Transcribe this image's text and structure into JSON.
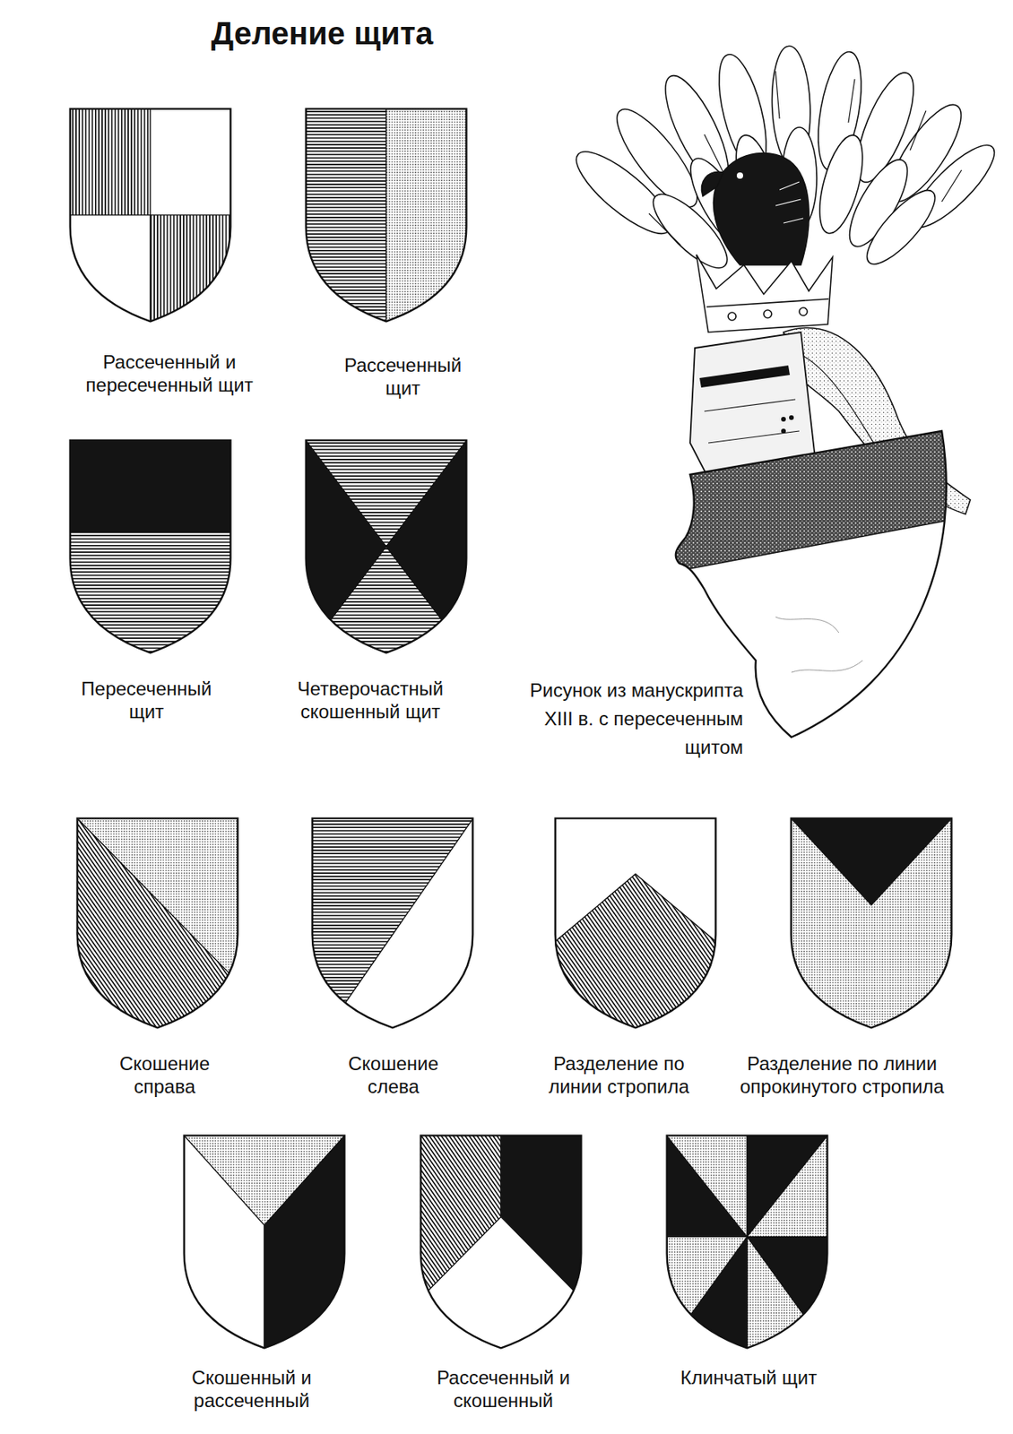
{
  "diagram": {
    "title": "Деление щита",
    "nodes": [
      {
        "text": [
          "Рассеченный и пересеченный щит"
        ]
      },
      {
        "text": [
          "Рассеченный щит"
        ]
      },
      {
        "text": [
          "Пересеченный щит"
        ]
      },
      {
        "text": [
          "Четверочастный скошенный щит"
        ]
      },
      {
        "text": [
          "Скошение справа"
        ]
      },
      {
        "text": [
          "Скошение слева"
        ]
      },
      {
        "text": [
          "Разделение по линии стропила"
        ]
      },
      {
        "text": [
          "Разделение по линии опрокинутого стропила"
        ]
      },
      {
        "text": [
          "Скошенный и рассеченный"
        ]
      },
      {
        "text": [
          "Рассеченный и скошенный"
        ]
      },
      {
        "text": [
          "Клинчатый щит"
        ]
      }
    ],
    "labels": [
      "Рисунок из манускрипта XIII в. с пересеченным щитом"
    ]
  }
}
